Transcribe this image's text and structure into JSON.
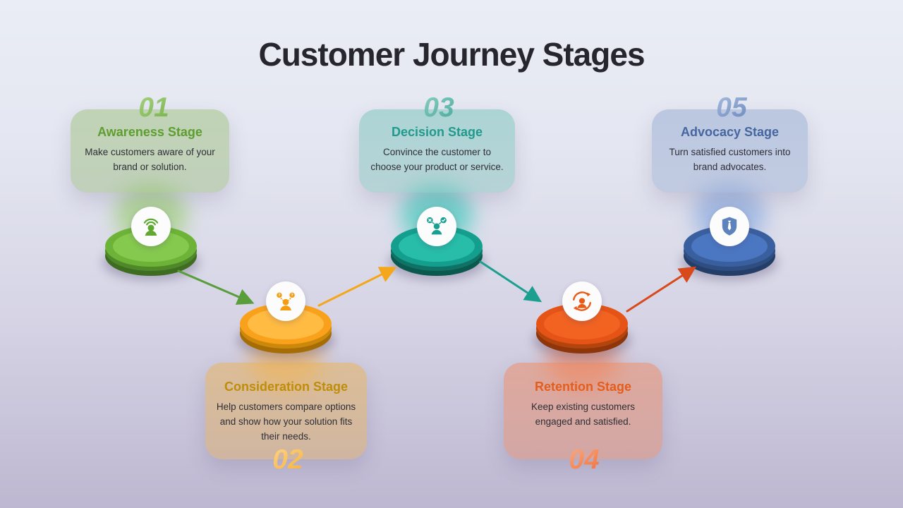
{
  "title": "Customer Journey Stages",
  "background": {
    "top_color": "#eaedf5",
    "bottom_color": "#bdb7d1"
  },
  "stages": [
    {
      "number": "01",
      "name": "Awareness Stage",
      "description": "Make customers aware of your brand or solution.",
      "accent": "#5d9e2e",
      "icon": "broadcast-person-icon"
    },
    {
      "number": "02",
      "name": "Consideration Stage",
      "description": "Help customers compare options and show how your solution fits their needs.",
      "accent": "#bf8d08",
      "icon": "person-question-bubbles-icon"
    },
    {
      "number": "03",
      "name": "Decision Stage",
      "description": "Convince the customer to choose your product or service.",
      "accent": "#1f9a8d",
      "icon": "person-check-cross-icon"
    },
    {
      "number": "04",
      "name": "Retention Stage",
      "description": "Keep existing customers engaged and satisfied.",
      "accent": "#e45d1c",
      "icon": "person-refresh-cycle-icon"
    },
    {
      "number": "05",
      "name": "Advocacy Stage",
      "description": "Turn satisfied customers into brand advocates.",
      "accent": "#45679f",
      "icon": "shield-tie-icon"
    }
  ],
  "arrow_colors": {
    "s1_s2": "#5a9e3c",
    "s2_s3": "#f5a71b",
    "s3_s4": "#1c9f8e",
    "s4_s5": "#d8491c"
  }
}
